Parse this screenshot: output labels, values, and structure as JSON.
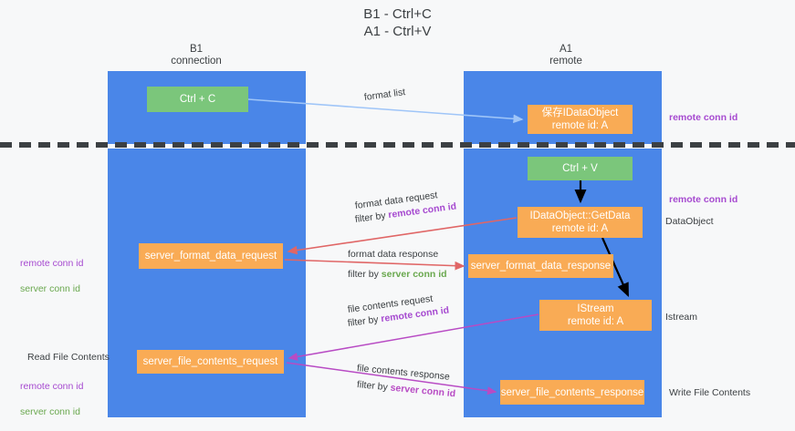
{
  "title": "B1 - Ctrl+C\nA1 - Ctrl+V",
  "columns": {
    "left": "B1\nconnection",
    "right": "A1\nremote"
  },
  "colors": {
    "lane": "#4a86e8",
    "node_orange": "#f9ab55",
    "node_green": "#7bc67b",
    "accent_purple": "#a64ad0",
    "accent_green": "#6aa84f",
    "accent_magenta": "#b84bc4",
    "arrow_blue": "#9fc5f8",
    "arrow_red": "#e06666",
    "arrow_black": "#000000",
    "divider": "#3c4043",
    "background": "#f7f8f9"
  },
  "nodes": {
    "ctrl_c": "Ctrl + C",
    "save_dataobject": "保存IDataObject\nremote id: A",
    "ctrl_v": "Ctrl + V",
    "getdata": "IDataObject::GetData\nremote id: A",
    "server_format_data_request": "server_format_data_request",
    "server_format_data_response": "server_format_data_response",
    "istream": "IStream\nremote id: A",
    "server_file_contents_request": "server_file_contents_request",
    "server_file_contents_response": "server_file_contents_response"
  },
  "edges": {
    "format_list": {
      "line1": "format list"
    },
    "format_data_request": {
      "line1": "format data request",
      "line2_prefix": "filter by ",
      "line2_hl": "remote conn id"
    },
    "format_data_response": {
      "line1": "format data response",
      "line2_prefix": "filter by ",
      "line2_hl": "server conn id"
    },
    "file_contents_request": {
      "line1": "file contents request",
      "line2_prefix": "filter by ",
      "line2_hl": "remote conn id"
    },
    "file_contents_response": {
      "line1": "file contents response",
      "line2_prefix": "filter by ",
      "line2_hl": "server conn id"
    }
  },
  "annotations": {
    "right_remote_conn_id_top": "remote conn id",
    "right_remote_conn_id_mid": "remote conn id",
    "right_dataobject": "DataObject",
    "right_istream": "Istream",
    "right_write_file_contents": "Write File Contents",
    "left_remote_conn_id": "remote conn id",
    "left_server_conn_id": "server conn id",
    "left_read_file_contents": "Read File Contents",
    "left_remote_conn_id_2": "remote conn id",
    "left_server_conn_id_2": "server conn id"
  }
}
